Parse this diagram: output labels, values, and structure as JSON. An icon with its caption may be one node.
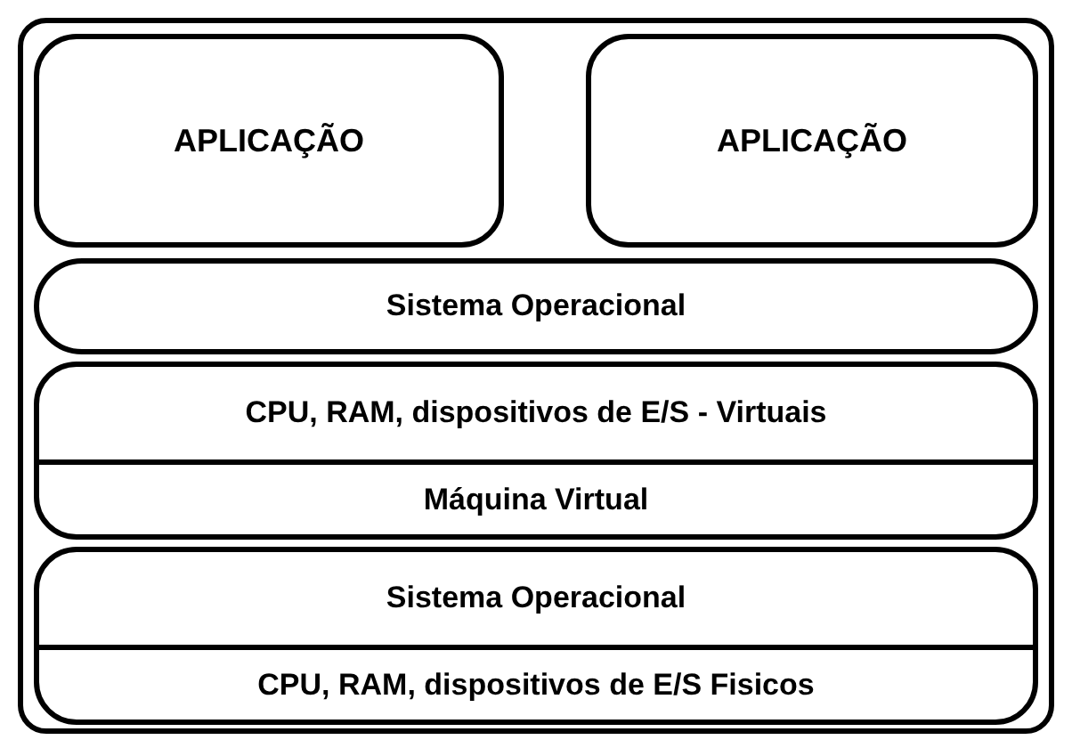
{
  "diagram": {
    "nodes": [
      {
        "text": [],
        "shape": "box"
      },
      {
        "text": [
          "APLICAÇÃO"
        ],
        "in": 0
      },
      {
        "text": [
          "APLICAÇÃO"
        ],
        "in": 0
      },
      {
        "text": [
          "Sistema Operacional"
        ],
        "in": 0
      },
      {
        "text": [],
        "shape": "box",
        "in": 0
      },
      {
        "text": [
          "CPU, RAM, dispositivos de E/S - Virtuais"
        ],
        "in": 4
      },
      {
        "text": [
          "Máquina Virtual"
        ],
        "in": 4
      },
      {
        "text": [],
        "shape": "box",
        "in": 0
      },
      {
        "text": [
          "Sistema Operacional"
        ],
        "in": 7
      },
      {
        "text": [
          "CPU, RAM, dispositivos de E/S Fisicos"
        ],
        "in": 7
      }
    ]
  }
}
